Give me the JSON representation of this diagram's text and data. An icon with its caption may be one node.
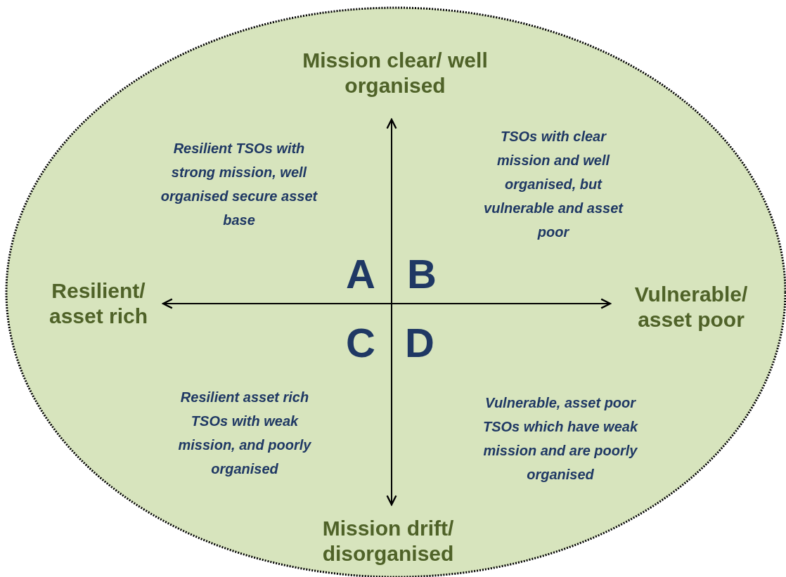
{
  "diagram": {
    "labels": [
      "Mission clear/ well organised",
      "Resilient TSOs with strong mission, well organised secure asset base",
      "TSOs with clear mission and well organised, but vulnerable and asset poor",
      "Resilient/ asset rich",
      "A",
      "B",
      "Vulnerable/ asset poor",
      "C",
      "D",
      "Resilient asset rich TSOs with weak mission, and poorly organised",
      "Vulnerable, asset poor TSOs which have weak mission and are poorly organised",
      "Mission drift/ disorganised"
    ]
  }
}
